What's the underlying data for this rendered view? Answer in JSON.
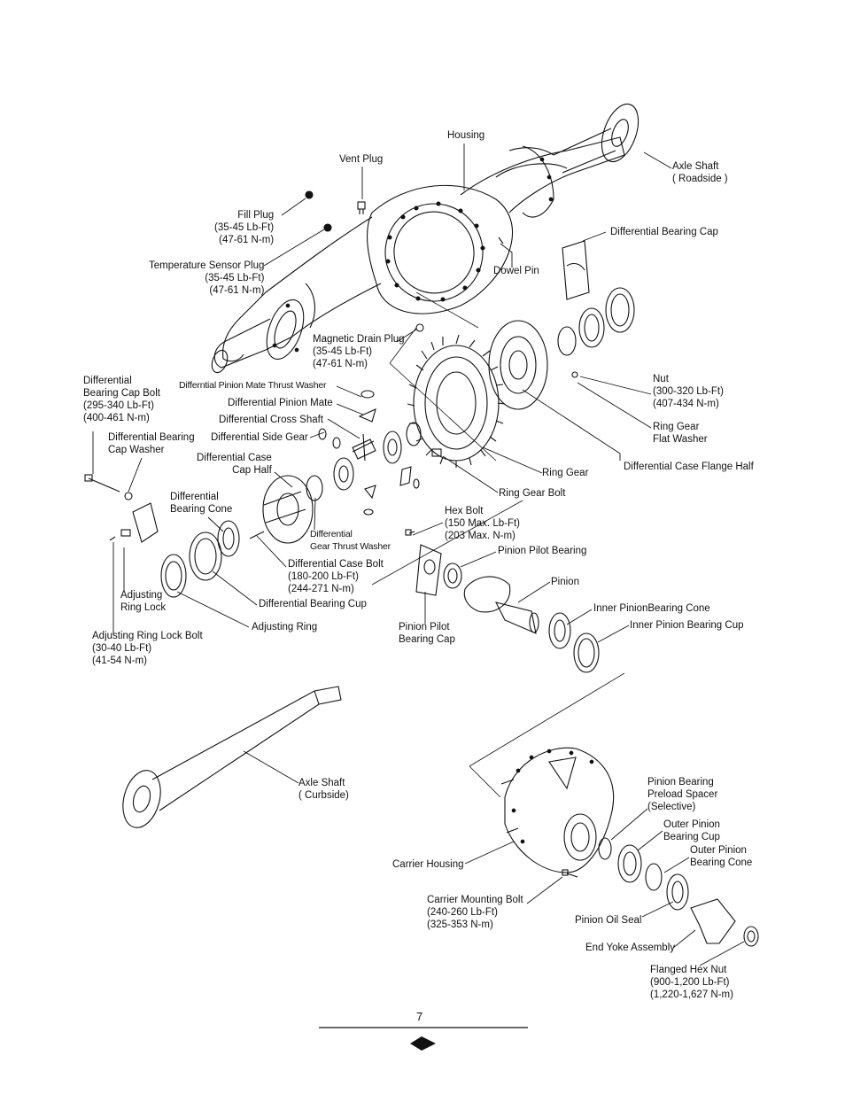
{
  "labels": {
    "housing": "Housing",
    "vent_plug": "Vent Plug",
    "axle_shaft_roadside": "Axle Shaft\n( Roadside )",
    "fill_plug": "Fill Plug\n(35-45 Lb-Ft)\n(47-61 N-m)",
    "diff_bearing_cap": "Differential Bearing Cap",
    "temp_sensor_plug": "Temperature Sensor Plug\n(35-45 Lb-Ft)\n(47-61 N-m)",
    "dowel_pin": "Dowel Pin",
    "magnetic_drain_plug": "Magnetic Drain Plug\n(35-45 Lb-Ft)\n(47-61 N-m)",
    "diff_bearing_cap_bolt": "Differential\nBearing Cap Bolt\n(295-340 Lb-Ft)\n(400-461 N-m)",
    "diff_pinion_mate_thrust_washer": "Differntial Pinion Mate Thrust Washer",
    "nut": "Nut\n(300-320 Lb-Ft)\n(407-434 N-m)",
    "diff_pinion_mate": "Differential Pinion Mate",
    "diff_cross_shaft": "Differential Cross Shaft",
    "ring_gear_flat_washer": "Ring Gear\nFlat Washer",
    "diff_bearing_cap_washer": "Differential Bearing\nCap Washer",
    "diff_side_gear": "Differential Side Gear",
    "diff_case_flange_half": "Differential Case Flange Half",
    "diff_case_cap_half": "Differential Case\nCap Half",
    "ring_gear": "Ring Gear",
    "diff_bearing_cone": "Differential\nBearing Cone",
    "ring_gear_bolt": "Ring Gear Bolt",
    "hex_bolt": "Hex Bolt\n(150 Max. Lb-Ft)\n(203 Max. N-m)",
    "diff_gear_thrust_washer": "Differential\nGear Thrust Washer",
    "pinion_pilot_bearing": "Pinion Pilot Bearing",
    "diff_case_bolt": "Differential Case Bolt\n(180-200 Lb-Ft)\n(244-271 N-m)",
    "pinion": "Pinion",
    "adjusting_ring_lock": "Adjusting\nRing Lock",
    "diff_bearing_cup": "Differential Bearing Cup",
    "inner_pinion_bearing_cone": "Inner PinionBearing Cone",
    "adjusting_ring": "Adjusting Ring",
    "pinion_pilot_bearing_cap": "Pinion Pilot\nBearing Cap",
    "inner_pinion_bearing_cup": "Inner Pinion Bearing Cup",
    "adjusting_ring_lock_bolt": "Adjusting Ring Lock Bolt\n(30-40 Lb-Ft)\n(41-54 N-m)",
    "axle_shaft_curbside": "Axle Shaft\n( Curbside)",
    "pinion_bearing_preload_spacer": "Pinion Bearing\nPreload Spacer\n(Selective)",
    "outer_pinion_bearing_cup": "Outer Pinion\nBearing Cup",
    "outer_pinion_bearing_cone": "Outer Pinion\nBearing Cone",
    "carrier_housing": "Carrier Housing",
    "carrier_mounting_bolt": "Carrier Mounting Bolt\n(240-260 Lb-Ft)\n(325-353 N-m)",
    "pinion_oil_seal": "Pinion Oil Seal",
    "end_yoke_assembly": "End Yoke Assembly",
    "flanged_hex_nut": "Flanged Hex Nut\n(900-1,200 Lb-Ft)\n(1,220-1,627 N-m)"
  },
  "footer": {
    "page_number": "7"
  },
  "colors": {
    "ink": "#111111",
    "paper": "#ffffff"
  }
}
